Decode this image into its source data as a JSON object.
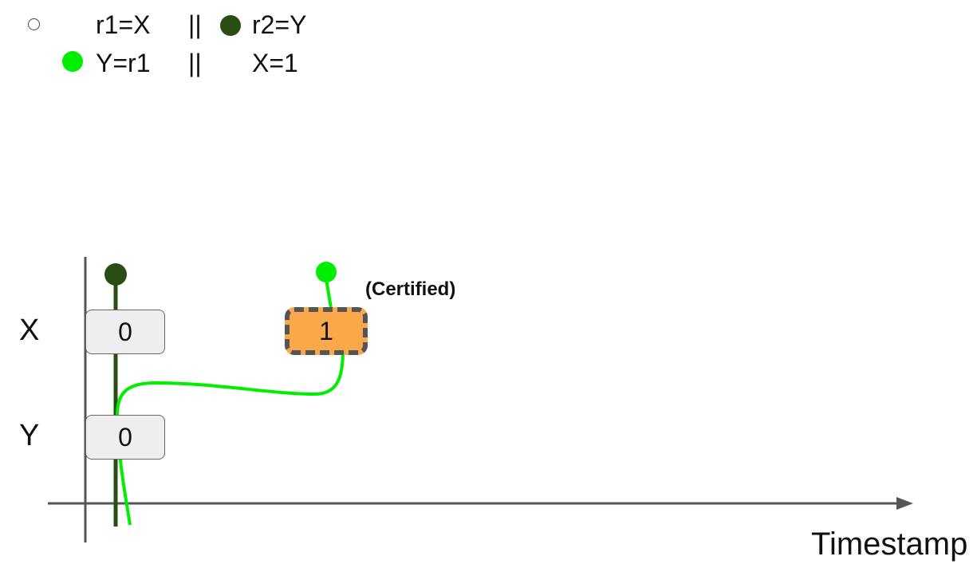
{
  "program": {
    "row1": {
      "thread1": "r1=X",
      "separator": "||",
      "thread2": "r2=Y"
    },
    "row2": {
      "thread1": "Y=r1",
      "separator": "||",
      "thread2": "X=1"
    }
  },
  "diagram": {
    "rows": [
      {
        "label": "X",
        "cells": [
          {
            "value": "0"
          },
          {
            "value": "1",
            "note": "(Certified)"
          }
        ]
      },
      {
        "label": "Y",
        "cells": [
          {
            "value": "0"
          }
        ]
      }
    ],
    "x_axis_label": "Timestamp"
  },
  "colors": {
    "bright_green": "#00ee00",
    "dark_green": "#2a4d14",
    "axis_gray": "#555555",
    "certified_fill": "#f9a94a",
    "cell_fill": "#eeeeee"
  },
  "icons": {
    "hollow_dot": "hollow-circle-icon",
    "dark_dot": "dark-green-dot-icon",
    "bright_dot": "bright-green-dot-icon"
  }
}
